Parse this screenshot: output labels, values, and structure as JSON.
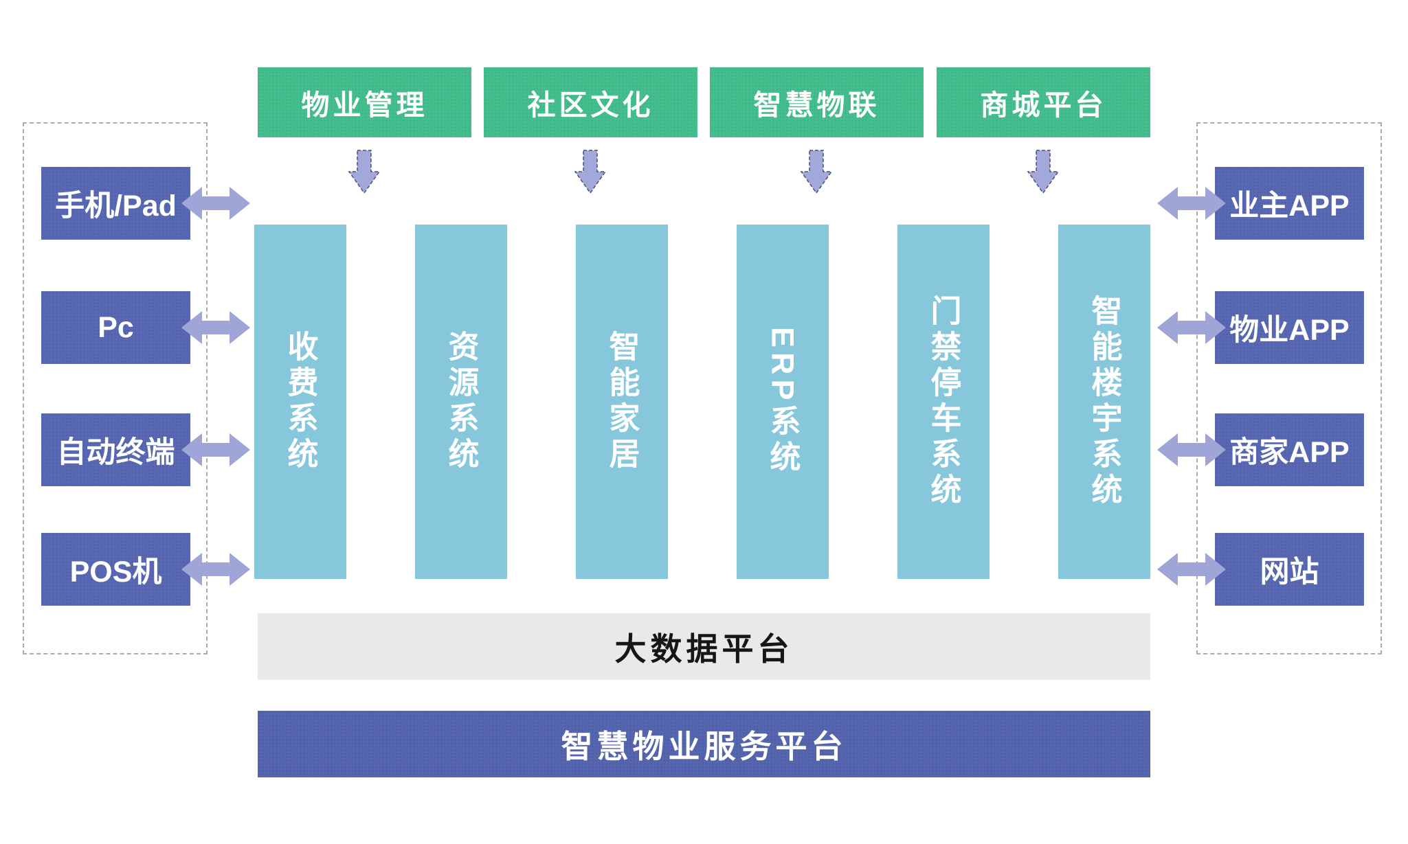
{
  "top_modules": [
    "物业管理",
    "社区文化",
    "智慧物联",
    "商城平台"
  ],
  "client_devices": [
    "手机/Pad",
    "Pc",
    "自动终端",
    "POS机"
  ],
  "client_apps": [
    "业主APP",
    "物业APP",
    "商家APP",
    "网站"
  ],
  "systems": [
    "收费系统",
    "资源系统",
    "智能家居",
    "ERP系统",
    "门禁停车系统",
    "智能楼宇系统"
  ],
  "platforms": {
    "big_data": "大数据平台",
    "service": "智慧物业服务平台"
  },
  "colors": {
    "module_green": "#45BE8E",
    "box_purple": "#5868B2",
    "system_teal": "#86C7DB",
    "arrow_purple": "#9FA5D6",
    "bar_gray": "#E9E9E9",
    "bar_purple": "#5565AE",
    "dashed_border": "#ABABAB"
  }
}
